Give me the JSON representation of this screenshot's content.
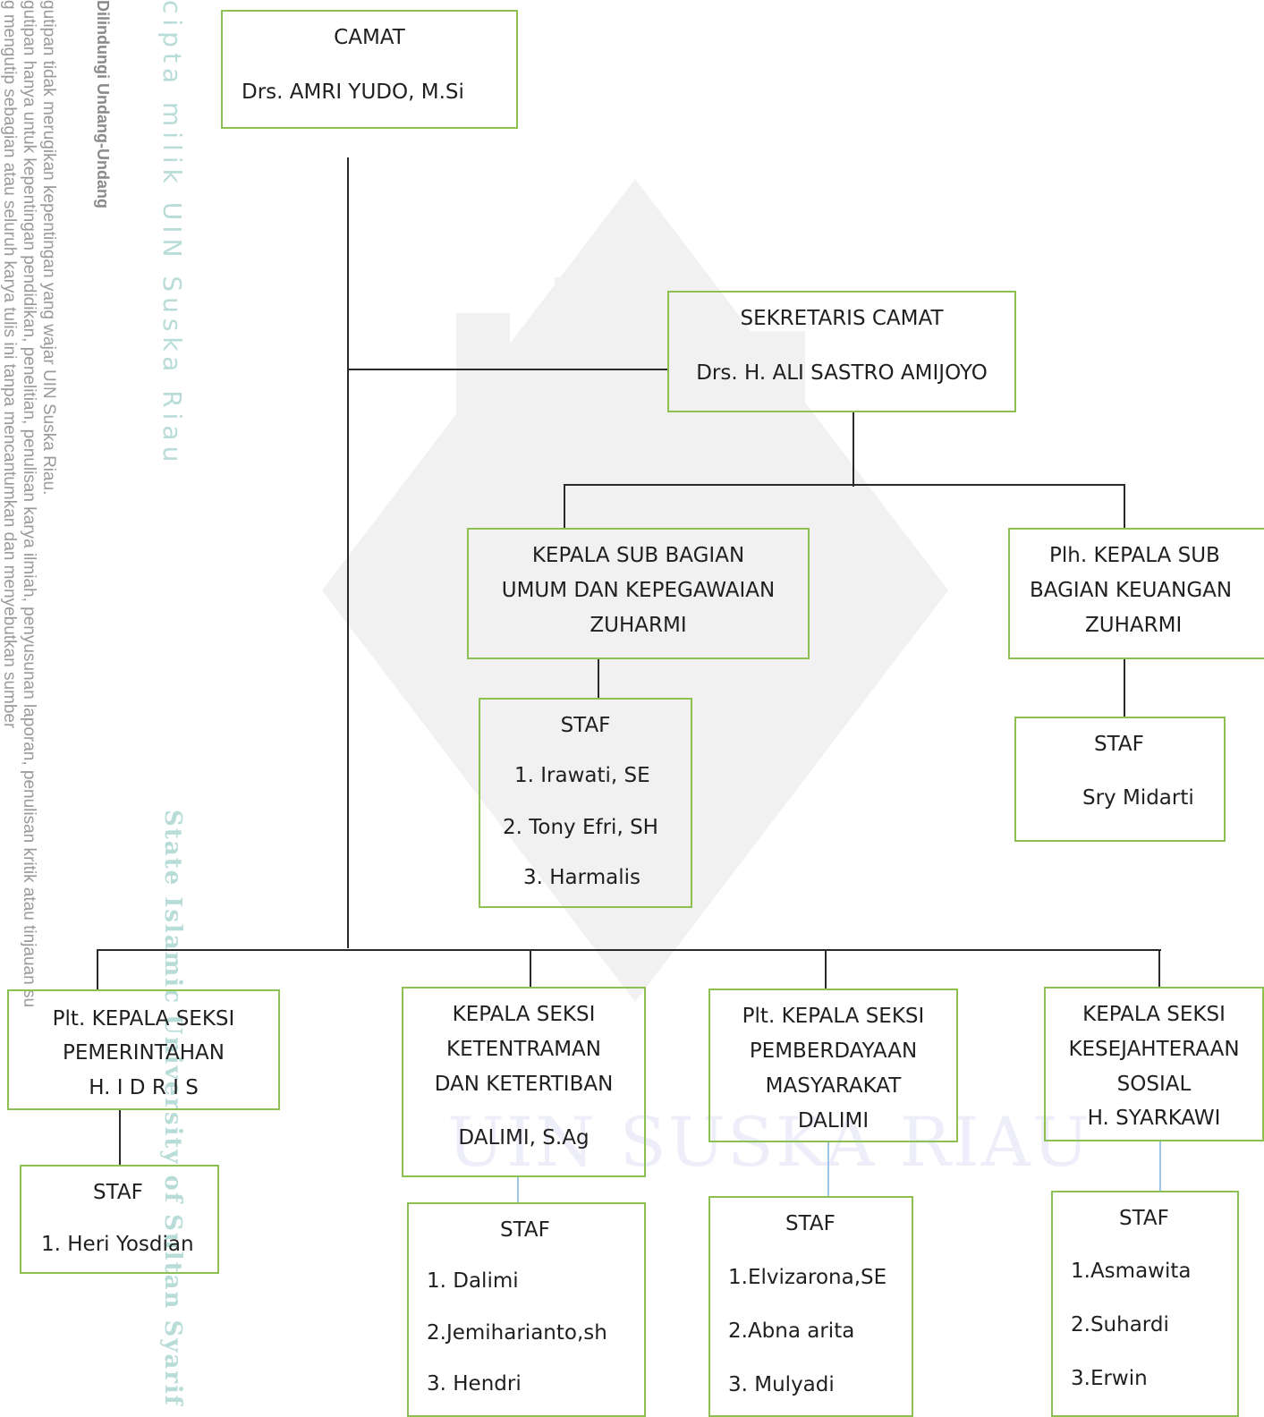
{
  "side_watermark": {
    "lines": [
      "g mengutip sebagian atau seluruh karya tulis ini tanpa mencantumkan dan menyebutkan sumber",
      "gutipan hanya untuk kepentingan pendidikan, penelitian, penulisan karya ilmiah, penyusunan laporan, penulisan kritik atau tinjauan su",
      "gutipan tidak merugikan kepentingan yang wajar UIN Suska Riau.",
      "Dilindungi Undang-Undang"
    ],
    "cipta": "cipta milik UIN Suska Riau",
    "state": "State Islamic University of Sultan Syarif"
  },
  "background_watermark": "UIN SUSKA RIAU",
  "org_chart": {
    "camat": {
      "title": "CAMAT",
      "name": "Drs. AMRI YUDO, M.Si"
    },
    "sekretaris": {
      "title": "SEKRETARIS CAMAT",
      "name": "Drs. H. ALI SASTRO AMIJOYO"
    },
    "kasubbag_umum": {
      "lines": [
        "KEPALA SUB BAGIAN",
        "UMUM DAN KEPEGAWAIAN",
        "ZUHARMI"
      ]
    },
    "kasubbag_keuangan": {
      "lines": [
        "Plh. KEPALA SUB",
        "BAGIAN KEUANGAN",
        "ZUHARMI"
      ]
    },
    "staf_umum": {
      "title": "STAF",
      "items": [
        "1.  Irawati, SE",
        "2.  Tony Efri, SH",
        "3.  Harmalis"
      ]
    },
    "staf_keuangan": {
      "title": "STAF",
      "items": [
        "Sry Midarti"
      ]
    },
    "seksi_pemerintahan": {
      "lines": [
        "Plt. KEPALA SEKSI",
        "PEMERINTAHAN",
        "H. I D R I S"
      ]
    },
    "seksi_ketentraman": {
      "lines": [
        "KEPALA SEKSI",
        "KETENTRAMAN",
        "DAN KETERTIBAN",
        "DALIMI, S.Ag"
      ]
    },
    "seksi_pemberdayaan": {
      "lines": [
        "Plt. KEPALA SEKSI",
        "PEMBERDAYAAN",
        "MASYARAKAT",
        "DALIMI"
      ]
    },
    "seksi_kesejahteraan": {
      "lines": [
        "KEPALA SEKSI",
        "KESEJAHTERAAN",
        "SOSIAL",
        "H. SYARKAWI"
      ]
    },
    "staf_pemerintahan": {
      "title": "STAF",
      "items": [
        "1. Heri Yosdian"
      ]
    },
    "staf_ketentraman": {
      "title": "STAF",
      "items": [
        "1. Dalimi",
        "2.Jemiharianto,sh",
        "3. Hendri"
      ]
    },
    "staf_pemberdayaan": {
      "title": "STAF",
      "items": [
        "1.Elvizarona,SE",
        "2.Abna arita",
        "3. Mulyadi"
      ]
    },
    "staf_kesejahteraan": {
      "title": "STAF",
      "items": [
        "1.Asmawita",
        "2.Suhardi",
        "3.Erwin"
      ]
    }
  }
}
